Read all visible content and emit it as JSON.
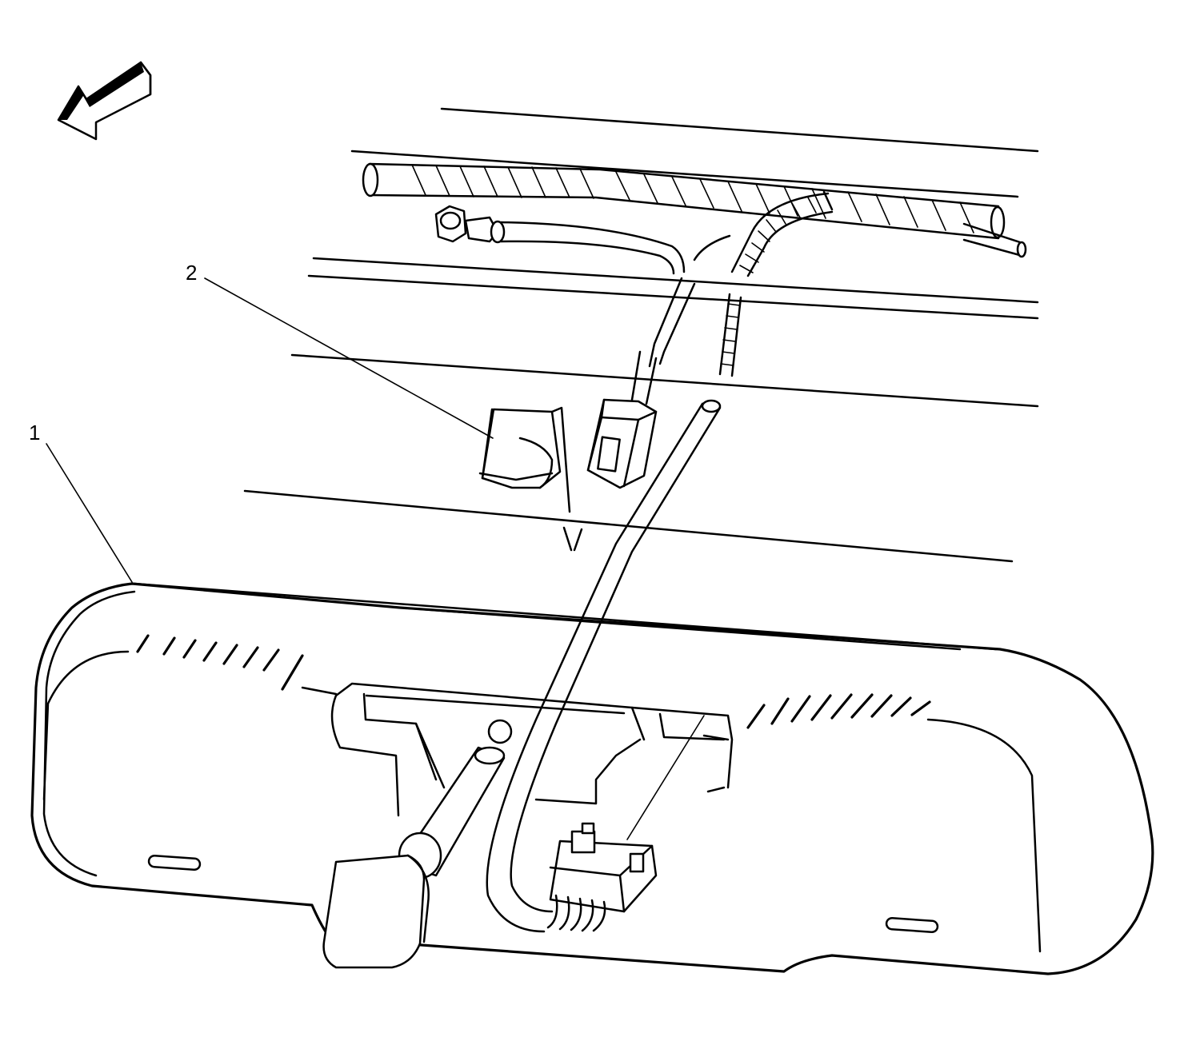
{
  "callouts": [
    {
      "id": "1",
      "label": "1"
    },
    {
      "id": "2",
      "label": "2"
    }
  ],
  "icons": {
    "direction_arrow": "forward-arrow-icon"
  },
  "colors": {
    "line": "#000000",
    "background": "#ffffff"
  }
}
